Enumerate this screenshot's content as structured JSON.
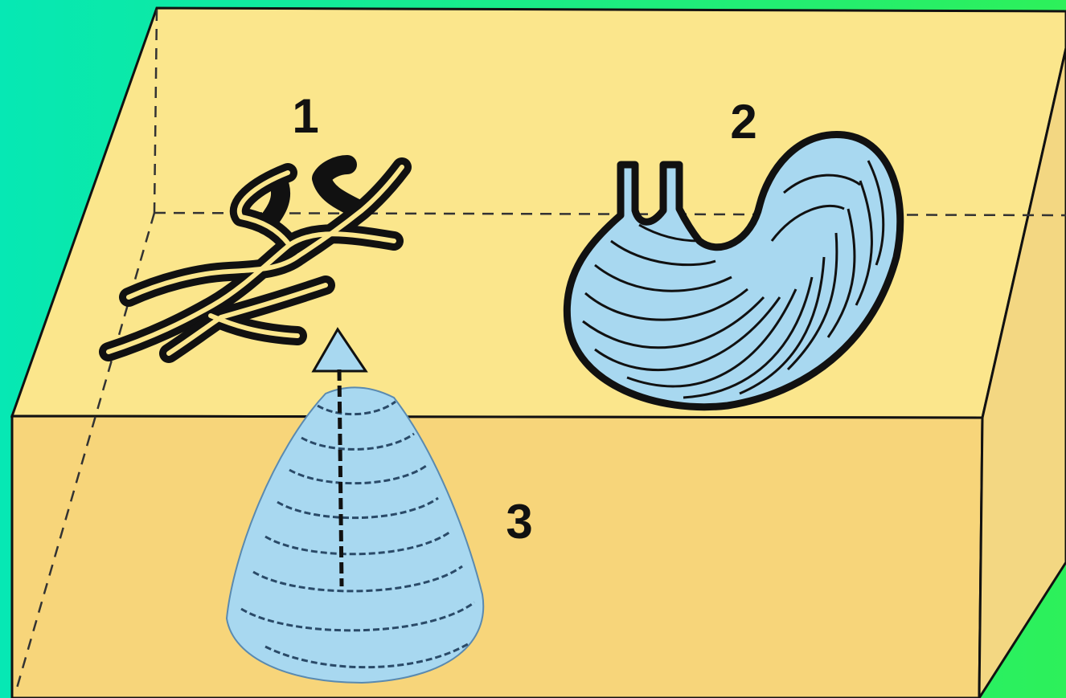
{
  "colors": {
    "background_left": "#06e8b4",
    "background_right": "#2df05a",
    "block_top": "#fbe68c",
    "block_front": "#f7d57a",
    "block_side": "#f3d782",
    "trace_fill": "#a8d8f0",
    "outline": "#111111"
  },
  "labels": [
    {
      "id": "1",
      "text": "1"
    },
    {
      "id": "2",
      "text": "2"
    },
    {
      "id": "3",
      "text": "3"
    }
  ]
}
